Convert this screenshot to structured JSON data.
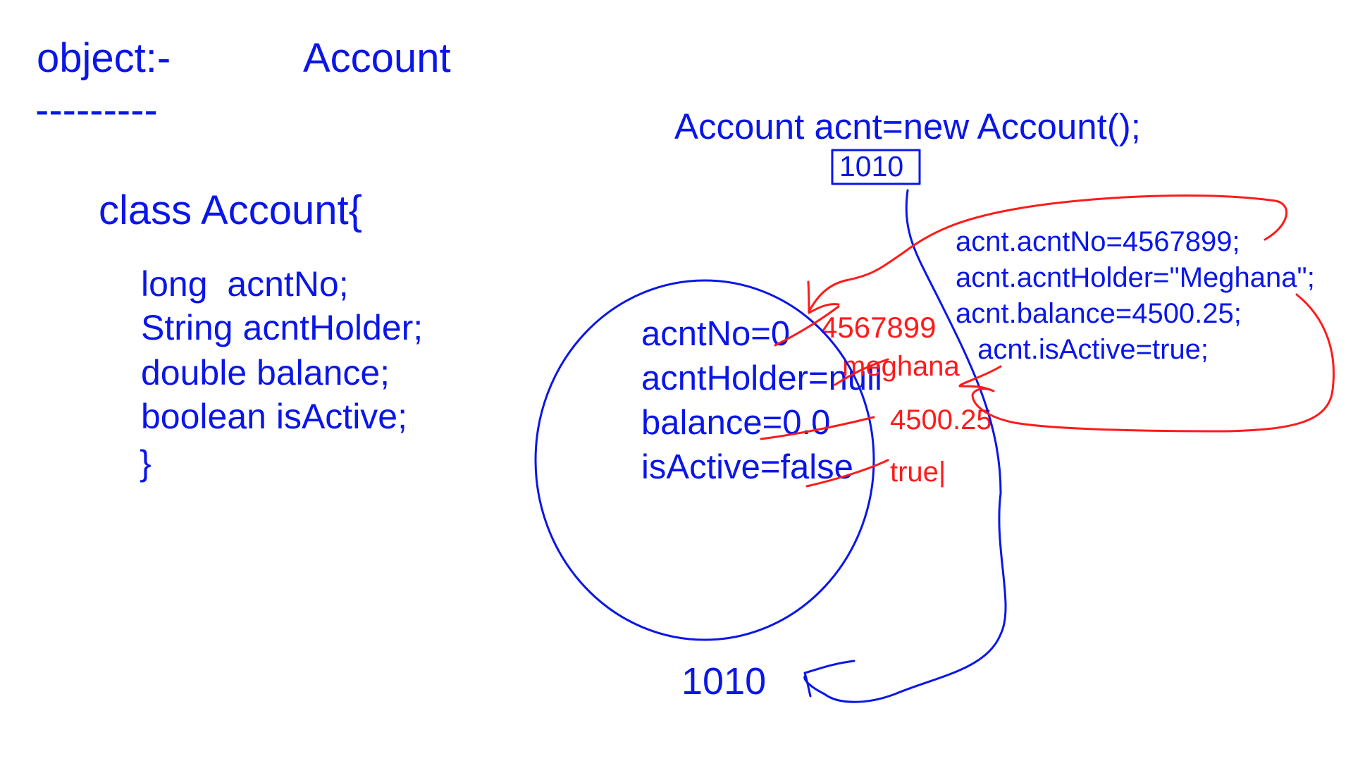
{
  "header": {
    "label": "object:-",
    "name": "Account",
    "underline": "---------"
  },
  "class_def": {
    "open": "class Account{",
    "fields": [
      "long  acntNo;",
      "String acntHolder;",
      "double balance;",
      "boolean isActive;"
    ],
    "close": "}"
  },
  "creation": {
    "statement": "Account acnt=new Account();",
    "reference": "1010"
  },
  "object_box": {
    "address": "1010",
    "defaults": [
      "acntNo=0",
      "acntHolder=null",
      "balance=0.0",
      "isActive=false"
    ],
    "new_values": [
      "4567899",
      "meghana",
      "4500.25",
      "true|"
    ]
  },
  "assignments": [
    "acnt.acntNo=4567899;",
    "acnt.acntHolder=\"Meghana\";",
    "acnt.balance=4500.25;",
    " acnt.isActive=true;"
  ],
  "colors": {
    "blue_ink": "#0a16e8",
    "red_ink": "#ff1a1a",
    "background": "#ffffff"
  }
}
